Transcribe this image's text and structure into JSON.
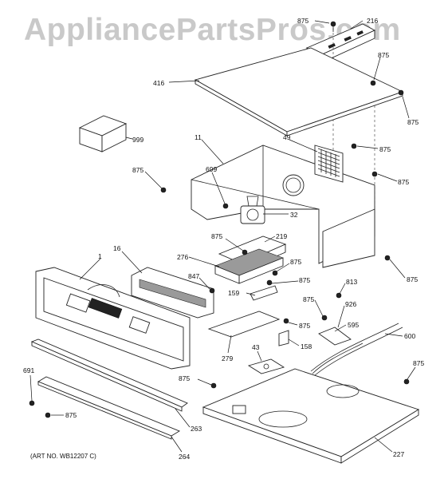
{
  "watermark": "AppliancePartsPros.com",
  "art_number": "(ART NO. WB12207 C)",
  "callouts": {
    "c216": "216",
    "c875_top": "875",
    "c875_a": "875",
    "c875_b": "875",
    "c416": "416",
    "c999": "999",
    "c11": "11",
    "c49": "49",
    "c875_c": "875",
    "c699": "699",
    "c875_d": "875",
    "c875_e": "875",
    "c32": "32",
    "c875_f": "875",
    "c219": "219",
    "c276": "276",
    "c875_g": "875",
    "c16": "16",
    "c1": "1",
    "c847": "847",
    "c875_h": "875",
    "c875_i": "875",
    "c813": "813",
    "c159": "159",
    "c875_j": "875",
    "c926": "926",
    "c875_k": "875",
    "c595": "595",
    "c600": "600",
    "c279": "279",
    "c158": "158",
    "c43": "43",
    "c691": "691",
    "c875_l": "875",
    "c875_m": "875",
    "c875_n": "875",
    "c263": "263",
    "c264": "264",
    "c227": "227"
  }
}
